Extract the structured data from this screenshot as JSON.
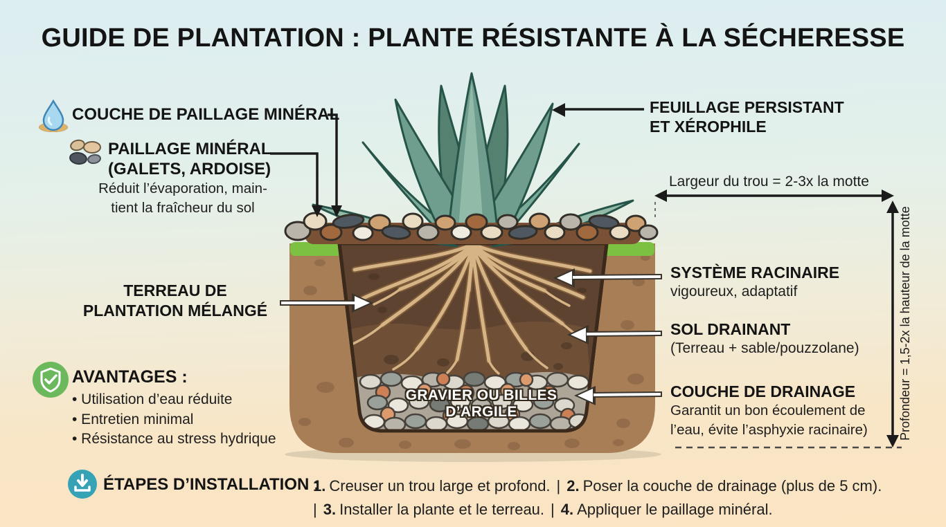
{
  "title": "GUIDE DE PLANTATION : PLANTE RÉSISTANTE À LA SÉCHERESSE",
  "labels": {
    "mulch_layer": "COUCHE DE PAILLAGE MINÉRAL",
    "mulch_title": "PAILLAGE MINÉRAL",
    "mulch_sub": "(GALETS, ARDOISE)",
    "mulch_desc_1": "Réduit l’évaporation, main-",
    "mulch_desc_2": "tient la fraîcheur du sol",
    "soil_mix_1": "TERREAU DE",
    "soil_mix_2": "PLANTATION MÉLANGÉ",
    "foliage_1": "FEUILLAGE PERSISTANT",
    "foliage_2": "ET XÉROPHILE",
    "width_note": "Largeur du trou = 2-3x la motte",
    "depth_note": "Profondeur = 1,5-2x la hauteur de la motte",
    "roots_title": "SYSTÈME RACINAIRE",
    "roots_sub": "vigoureux, adaptatif",
    "drain_soil_title": "SOL DRAINANT",
    "drain_soil_sub": "(Terreau + sable/pouzzolane)",
    "drain_layer_title": "COUCHE DE DRAINAGE",
    "drain_layer_sub_1": "Garantit un bon écoulement de",
    "drain_layer_sub_2": "l’eau, évite l’asphyxie racinaire)",
    "gravel": "GRAVIER OU BILLES D’ARGILE"
  },
  "advantages": {
    "title": "AVANTAGES :",
    "items": [
      "• Utilisation d’eau réduite",
      "• Entretien minimal",
      "• Résistance au stress hydrique"
    ]
  },
  "steps": {
    "title": "ÉTAPES D’INSTALLATION :",
    "separator": "|",
    "items": [
      {
        "num": "1.",
        "text": "Creuser un trou large et profond."
      },
      {
        "num": "2.",
        "text": "Poser la couche de drainage (plus de 5 cm)."
      },
      {
        "num": "3.",
        "text": "Installer la plante et le terreau."
      },
      {
        "num": "4.",
        "text": "Appliquer le paillage minéral."
      }
    ]
  },
  "icons": {
    "mulch_layer": "water-drop-icon",
    "mulch": "pebbles-icon",
    "advantages": "shield-check-icon",
    "steps": "download-icon"
  },
  "colors": {
    "grass_green": "#7cc142",
    "leaf_green": "#6f9e8e",
    "soil_brown": "#a87e57",
    "hole_brown": "#5d4330",
    "root_tan": "#d7b485",
    "icon_teal": "#35a3b5",
    "shield_green": "#6cb85c",
    "drop_blue": "#a8d8ef"
  }
}
